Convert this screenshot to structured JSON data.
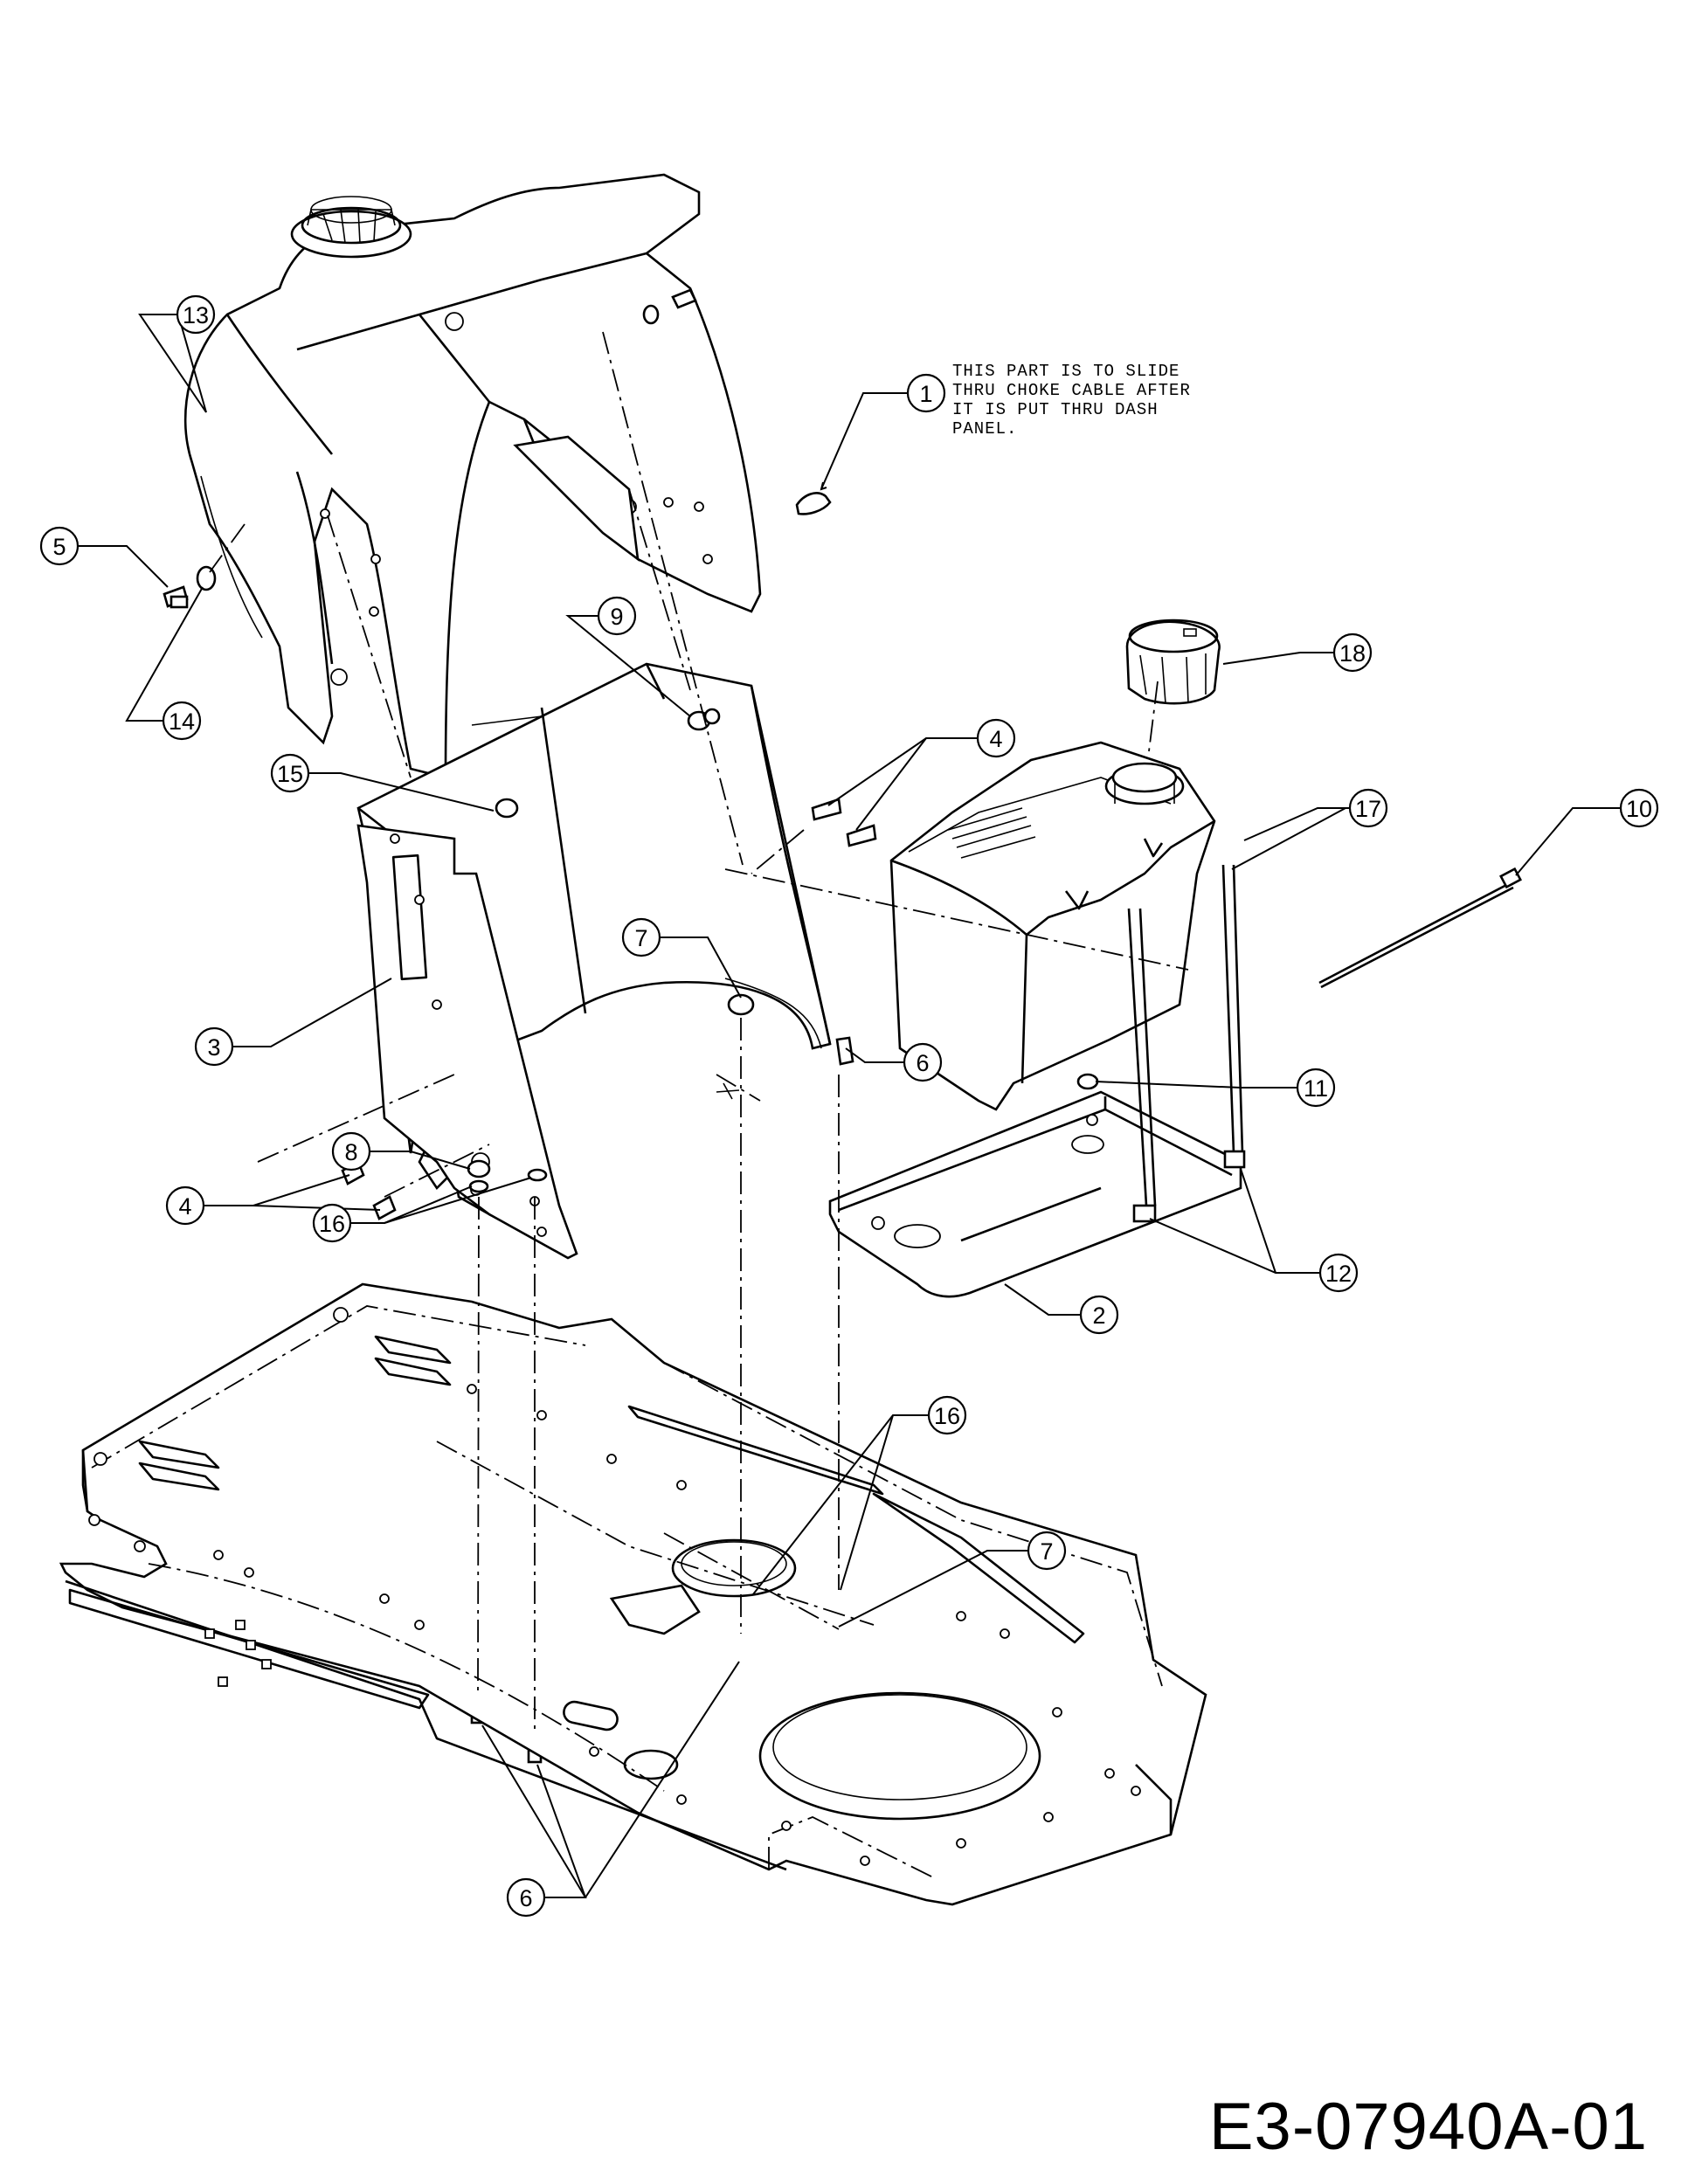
{
  "drawing_id": "E3-07940A-01",
  "note": {
    "lines": [
      "THIS PART IS TO SLIDE",
      "THRU CHOKE CABLE AFTER",
      "IT IS PUT THRU DASH",
      "PANEL."
    ]
  },
  "callouts": [
    {
      "id": "callout-1",
      "label": "1"
    },
    {
      "id": "callout-2",
      "label": "2"
    },
    {
      "id": "callout-3",
      "label": "3"
    },
    {
      "id": "callout-4a",
      "label": "4"
    },
    {
      "id": "callout-4b",
      "label": "4"
    },
    {
      "id": "callout-5",
      "label": "5"
    },
    {
      "id": "callout-6a",
      "label": "6"
    },
    {
      "id": "callout-6b",
      "label": "6"
    },
    {
      "id": "callout-7a",
      "label": "7"
    },
    {
      "id": "callout-7b",
      "label": "7"
    },
    {
      "id": "callout-8",
      "label": "8"
    },
    {
      "id": "callout-9",
      "label": "9"
    },
    {
      "id": "callout-10",
      "label": "10"
    },
    {
      "id": "callout-11",
      "label": "11"
    },
    {
      "id": "callout-12",
      "label": "12"
    },
    {
      "id": "callout-13",
      "label": "13"
    },
    {
      "id": "callout-14",
      "label": "14"
    },
    {
      "id": "callout-15",
      "label": "15"
    },
    {
      "id": "callout-16a",
      "label": "16"
    },
    {
      "id": "callout-16b",
      "label": "16"
    },
    {
      "id": "callout-17",
      "label": "17"
    },
    {
      "id": "callout-18",
      "label": "18"
    }
  ]
}
